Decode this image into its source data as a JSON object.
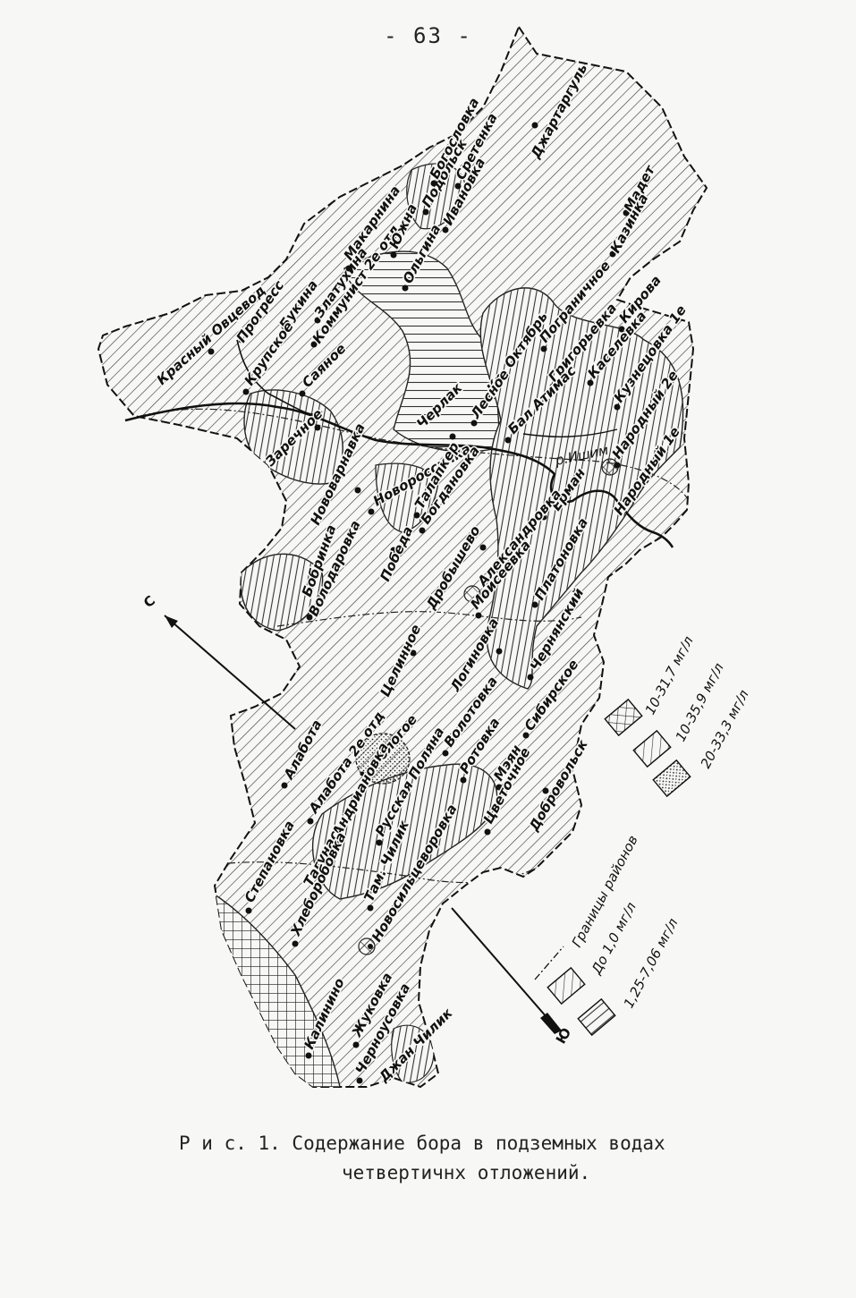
{
  "page_number": "- 63 -",
  "caption": {
    "line1": "Р и с. 1. Содержание бора в подземных водах",
    "line2": "четвертичнх отложений."
  },
  "compass": {
    "north": "С",
    "south": "Ю"
  },
  "river": "р.Ишим",
  "legend_top": [
    {
      "label": "10-31,7 мг/л",
      "pattern": "cross-hatch"
    },
    {
      "label": "10-35,9 мг/л",
      "pattern": "diagonal-hatch"
    },
    {
      "label": "20-33,3 мг/л",
      "pattern": "stipple"
    }
  ],
  "legend_bottom": [
    {
      "label": "Границы районов",
      "pattern": "dash-dot-line"
    },
    {
      "label": "До 1,0 мг/л",
      "pattern": "diagonal-lines"
    },
    {
      "label": "1,25-7,06 мг/л",
      "pattern": "horizontal-lines"
    }
  ],
  "settlements": [
    "Красный Овцевод",
    "Прогресс",
    "Букина",
    "Златухина",
    "Коммунист 2е отд",
    "Макарнина",
    "Южна",
    "Подольск",
    "Богословка",
    "Сретенка",
    "Джартаргуль",
    "Ивановка",
    "Ольгина",
    "Мадет",
    "Казинка",
    "Крупское",
    "Саяное",
    "Пограничное",
    "Григорьевка",
    "Кирова",
    "Каселевка",
    "Кузнецовка 1е",
    "Кр. Октябрь",
    "Лесное",
    "Бал Атимас",
    "Черлак",
    "Заречное",
    "Народный 2е",
    "Народный 1е",
    "Нововарнавка",
    "Новороссийка",
    "Талапкер",
    "Богдановка",
    "Ерман",
    "Бобринка",
    "Володаровка",
    "Победа",
    "Дробышево",
    "Александровка",
    "Моисеевка",
    "Платоновка",
    "Целинное",
    "Логиновка",
    "Чернянский",
    "Алабота",
    "Алабота 2е отд",
    "Бологое",
    "Волотовка",
    "Сибирское",
    "Андриановка",
    "Русская Поляна",
    "Ротовка",
    "Мэян",
    "Цветочное",
    "Добровольск",
    "Степановка",
    "Тагунас",
    "Хлеборобовка",
    "Там. Чилик",
    "Новосильцеворовка",
    "Калинино",
    "Жуковка",
    "Черноусовка",
    "Джан Чилик"
  ]
}
